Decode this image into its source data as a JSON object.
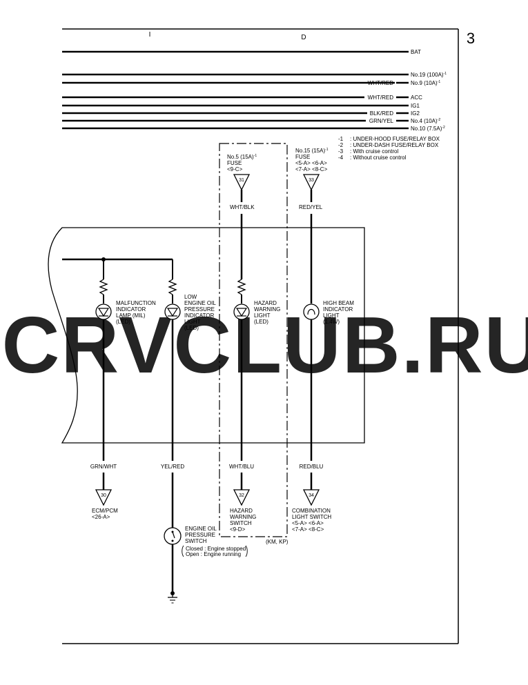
{
  "page": {
    "number": "3",
    "watermark": "CRVCLUB.RU"
  },
  "header": {
    "col_left": "I",
    "col_right": "D"
  },
  "power_rails": [
    {
      "wire": "",
      "label": "BAT"
    },
    {
      "wire": "",
      "label": "No.19 (100A)",
      "sup": "-1"
    },
    {
      "wire": "WHT/RED",
      "label": "No.9 (10A)",
      "sup": "-1"
    },
    {
      "wire": "WHT/RED",
      "label": "ACC"
    },
    {
      "wire": "",
      "label": "IG1"
    },
    {
      "wire": "BLK/RED",
      "label": "IG2"
    },
    {
      "wire": "GRN/YEL",
      "label": "No.4 (10A)",
      "sup": "-2"
    },
    {
      "wire": "",
      "label": "No.10 (7.5A)",
      "sup": "-2"
    }
  ],
  "legend": [
    {
      "key": "-1",
      "text": ": UNDER-HOOD FUSE/RELAY BOX"
    },
    {
      "key": "-2",
      "text": ": UNDER-DASH FUSE/RELAY BOX"
    },
    {
      "key": "-3",
      "text": ": With cruise control"
    },
    {
      "key": "-4",
      "text": ": Without cruise control"
    }
  ],
  "fuses": [
    {
      "lines": [
        "No.5 (15A)",
        "FUSE",
        "<9-C>"
      ],
      "sup": "-1",
      "terminal": "31",
      "wire": "WHT/BLK"
    },
    {
      "lines": [
        "No.15 (15A)",
        "FUSE",
        "<5-A> <6-A>",
        "<7-A> <8-C>"
      ],
      "sup": "-1",
      "terminal": "33",
      "wire": "RED/YEL"
    }
  ],
  "lamps": [
    {
      "lines": [
        "MALFUNCTION",
        "INDICATOR",
        "LAMP (MIL)",
        "(LED)"
      ]
    },
    {
      "lines": [
        "LOW",
        "ENGINE OIL",
        "PRESSURE",
        "INDICATOR",
        "LIGHT",
        "(LED)"
      ]
    },
    {
      "lines": [
        "HAZARD",
        "WARNING",
        "LIGHT",
        "(LED)"
      ]
    },
    {
      "lines": [
        "HIGH BEAM",
        "INDICATOR",
        "LIGHT",
        "(1.4W)"
      ]
    }
  ],
  "outputs": [
    {
      "wire": "GRN/WHT",
      "terminal": "30",
      "lines": [
        "ECM/PCM",
        "<26-A>"
      ]
    },
    {
      "wire": "YEL/RED",
      "terminal": "",
      "lines": []
    },
    {
      "wire": "WHT/BLU",
      "terminal": "32",
      "lines": [
        "HAZARD",
        "WARNING",
        "SWITCH",
        "<9-D>"
      ]
    },
    {
      "wire": "RED/BLU",
      "terminal": "34",
      "lines": [
        "COMBINATION",
        "LIGHT SWITCH",
        "<5-A> <6-A>",
        "<7-A> <8-C>"
      ]
    }
  ],
  "oil_switch": {
    "lines": [
      "ENGINE OIL",
      "PRESSURE",
      "SWITCH"
    ],
    "closed": "Closed : Engine stopped",
    "open": "Open   : Engine running"
  },
  "variant_note": "(KM, KP)"
}
